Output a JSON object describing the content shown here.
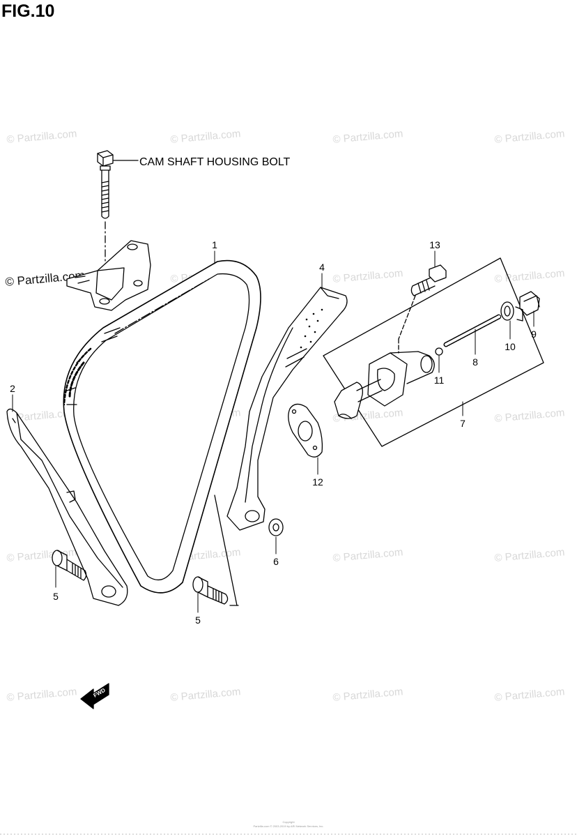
{
  "figure": {
    "title": "FIG.10"
  },
  "annotation": {
    "cam_shaft_housing_bolt": "CAM SHAFT HOUSING BOLT"
  },
  "callouts": {
    "c1": "1",
    "c2": "2",
    "c4": "4",
    "c5a": "5",
    "c5b": "5",
    "c6": "6",
    "c7": "7",
    "c8": "8",
    "c9": "9",
    "c10": "10",
    "c11": "11",
    "c12": "12",
    "c13": "13"
  },
  "direction_badge": "FWD",
  "watermark": {
    "text": "© Partzilla.com"
  },
  "footer": {
    "line1": "Copyright",
    "line2": "Partzilla.com © 2003-2019 by ARI Network Services, Inc."
  }
}
